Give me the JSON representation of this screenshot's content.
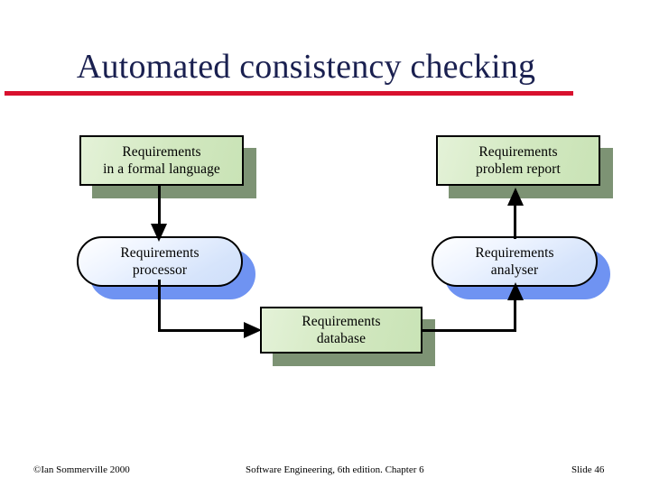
{
  "slide": {
    "title": "Automated consistency checking",
    "accent_rule_color": "#d8102e",
    "title_color": "#1a2050",
    "background": "#ffffff"
  },
  "diagram": {
    "node_colors": {
      "rect_fill": "#d2e8c0",
      "rect_shadow": "#7d9374",
      "round_fill": "#dbe8fc",
      "round_shadow": "#6f93f2",
      "border": "#000000"
    },
    "nodes": [
      {
        "id": "requirements-formal-language",
        "shape": "rectangle",
        "label": "Requirements\nin a formal language"
      },
      {
        "id": "requirements-processor",
        "shape": "rounded",
        "label": "Requirements\nprocessor"
      },
      {
        "id": "requirements-database",
        "shape": "rectangle",
        "label": "Requirements\ndatabase"
      },
      {
        "id": "requirements-analyser",
        "shape": "rounded",
        "label": "Requirements\nanalyser"
      },
      {
        "id": "requirements-problem-report",
        "shape": "rectangle",
        "label": "Requirements\nproblem report"
      }
    ],
    "connectors": [
      {
        "id": "formal-language-to-processor",
        "from": "requirements-formal-language",
        "to": "requirements-processor",
        "direction": "down"
      },
      {
        "id": "processor-to-database",
        "from": "requirements-processor",
        "to": "requirements-database",
        "direction": "right"
      },
      {
        "id": "database-to-analyser",
        "from": "requirements-database",
        "to": "requirements-analyser",
        "direction": "up"
      },
      {
        "id": "analyser-to-problem-report",
        "from": "requirements-analyser",
        "to": "requirements-problem-report",
        "direction": "up"
      }
    ]
  },
  "footer": {
    "copyright": "©Ian Sommerville 2000",
    "source": "Software Engineering, 6th edition. Chapter 6",
    "slide_number": "Slide  46"
  }
}
